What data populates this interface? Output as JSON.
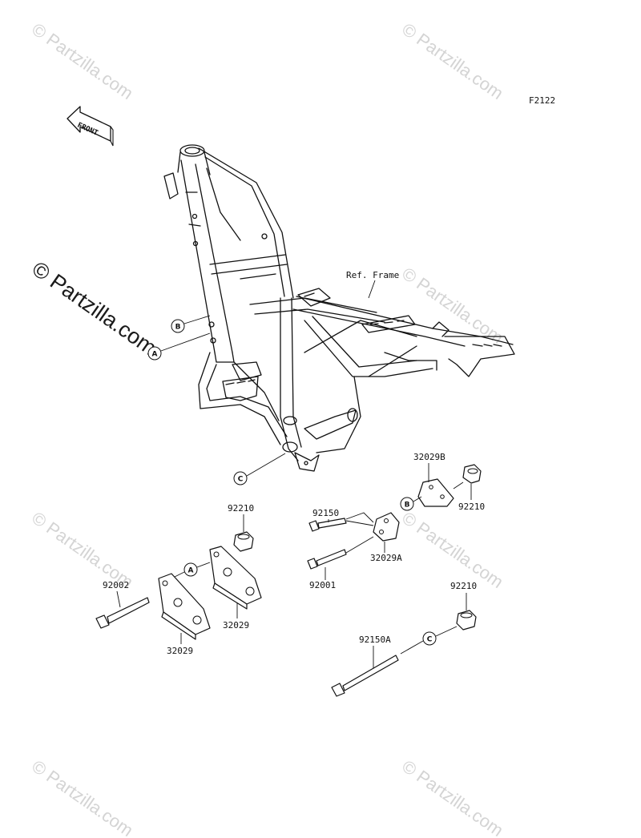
{
  "diagram": {
    "figure_code": "F2122",
    "front_label": "FRONT",
    "frame_label": "Ref. Frame",
    "parts": [
      {
        "id": "p32029B",
        "number": "32029B"
      },
      {
        "id": "p92210a",
        "number": "92210"
      },
      {
        "id": "p92150",
        "number": "92150"
      },
      {
        "id": "p32029A",
        "number": "32029A"
      },
      {
        "id": "p92001",
        "number": "92001"
      },
      {
        "id": "p92210b",
        "number": "92210"
      },
      {
        "id": "p92002",
        "number": "92002"
      },
      {
        "id": "p32029a",
        "number": "32029"
      },
      {
        "id": "p32029b",
        "number": "32029"
      },
      {
        "id": "p92210c",
        "number": "92210"
      },
      {
        "id": "p92150A",
        "number": "92150A"
      }
    ],
    "callouts": [
      "A",
      "B",
      "C"
    ]
  },
  "watermark": {
    "text": "© Partzilla.com",
    "color": "#d4d4d4"
  }
}
